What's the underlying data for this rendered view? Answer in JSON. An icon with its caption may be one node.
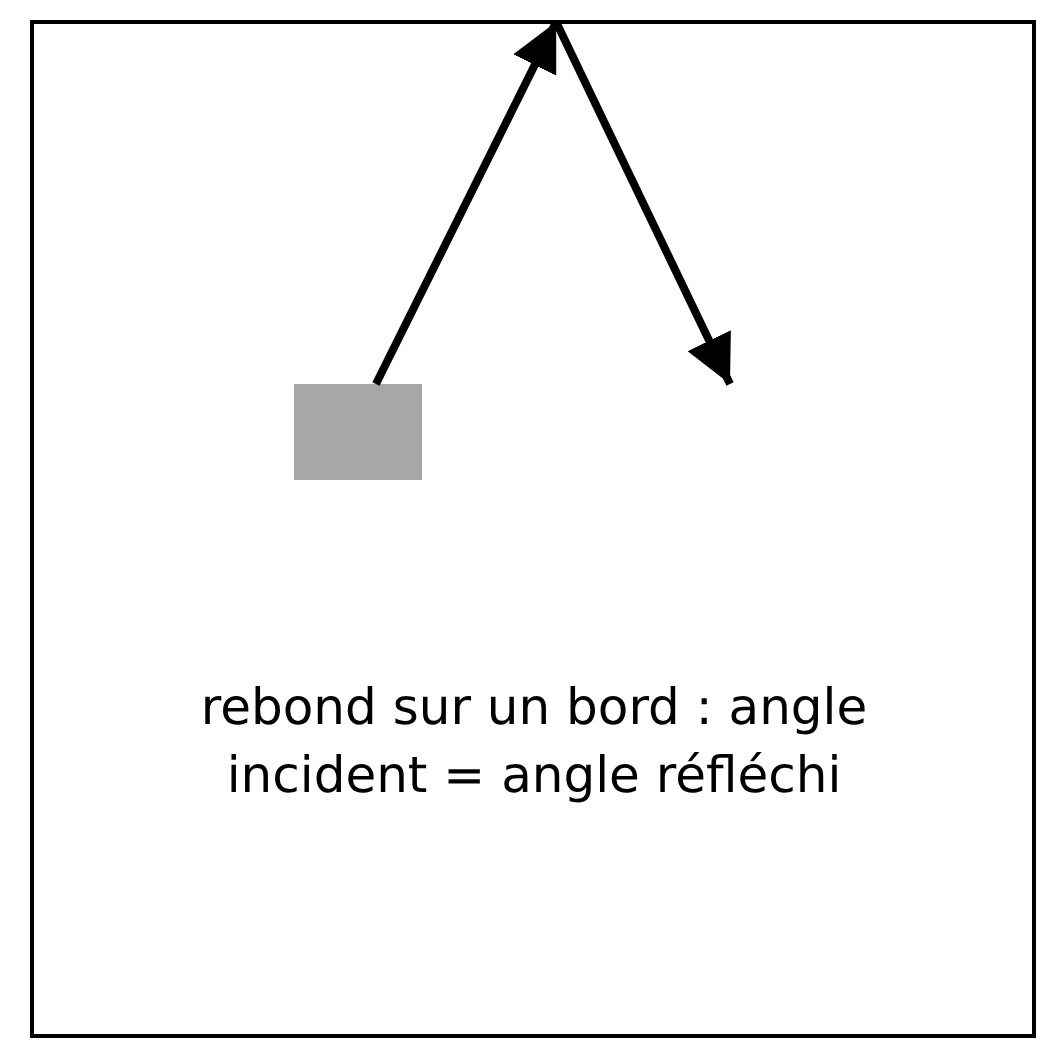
{
  "diagram": {
    "nodes": [
      {
        "text": [
          "rebond sur un bord : angle incident = angle réfléchi"
        ]
      },
      {
        "text": [],
        "shape": "box",
        "in": 0
      }
    ],
    "edges": [
      {
        "from": 1,
        "to": 0,
        "arrow": "to"
      },
      {
        "from": 0,
        "to": null,
        "arrow": "to"
      }
    ]
  }
}
